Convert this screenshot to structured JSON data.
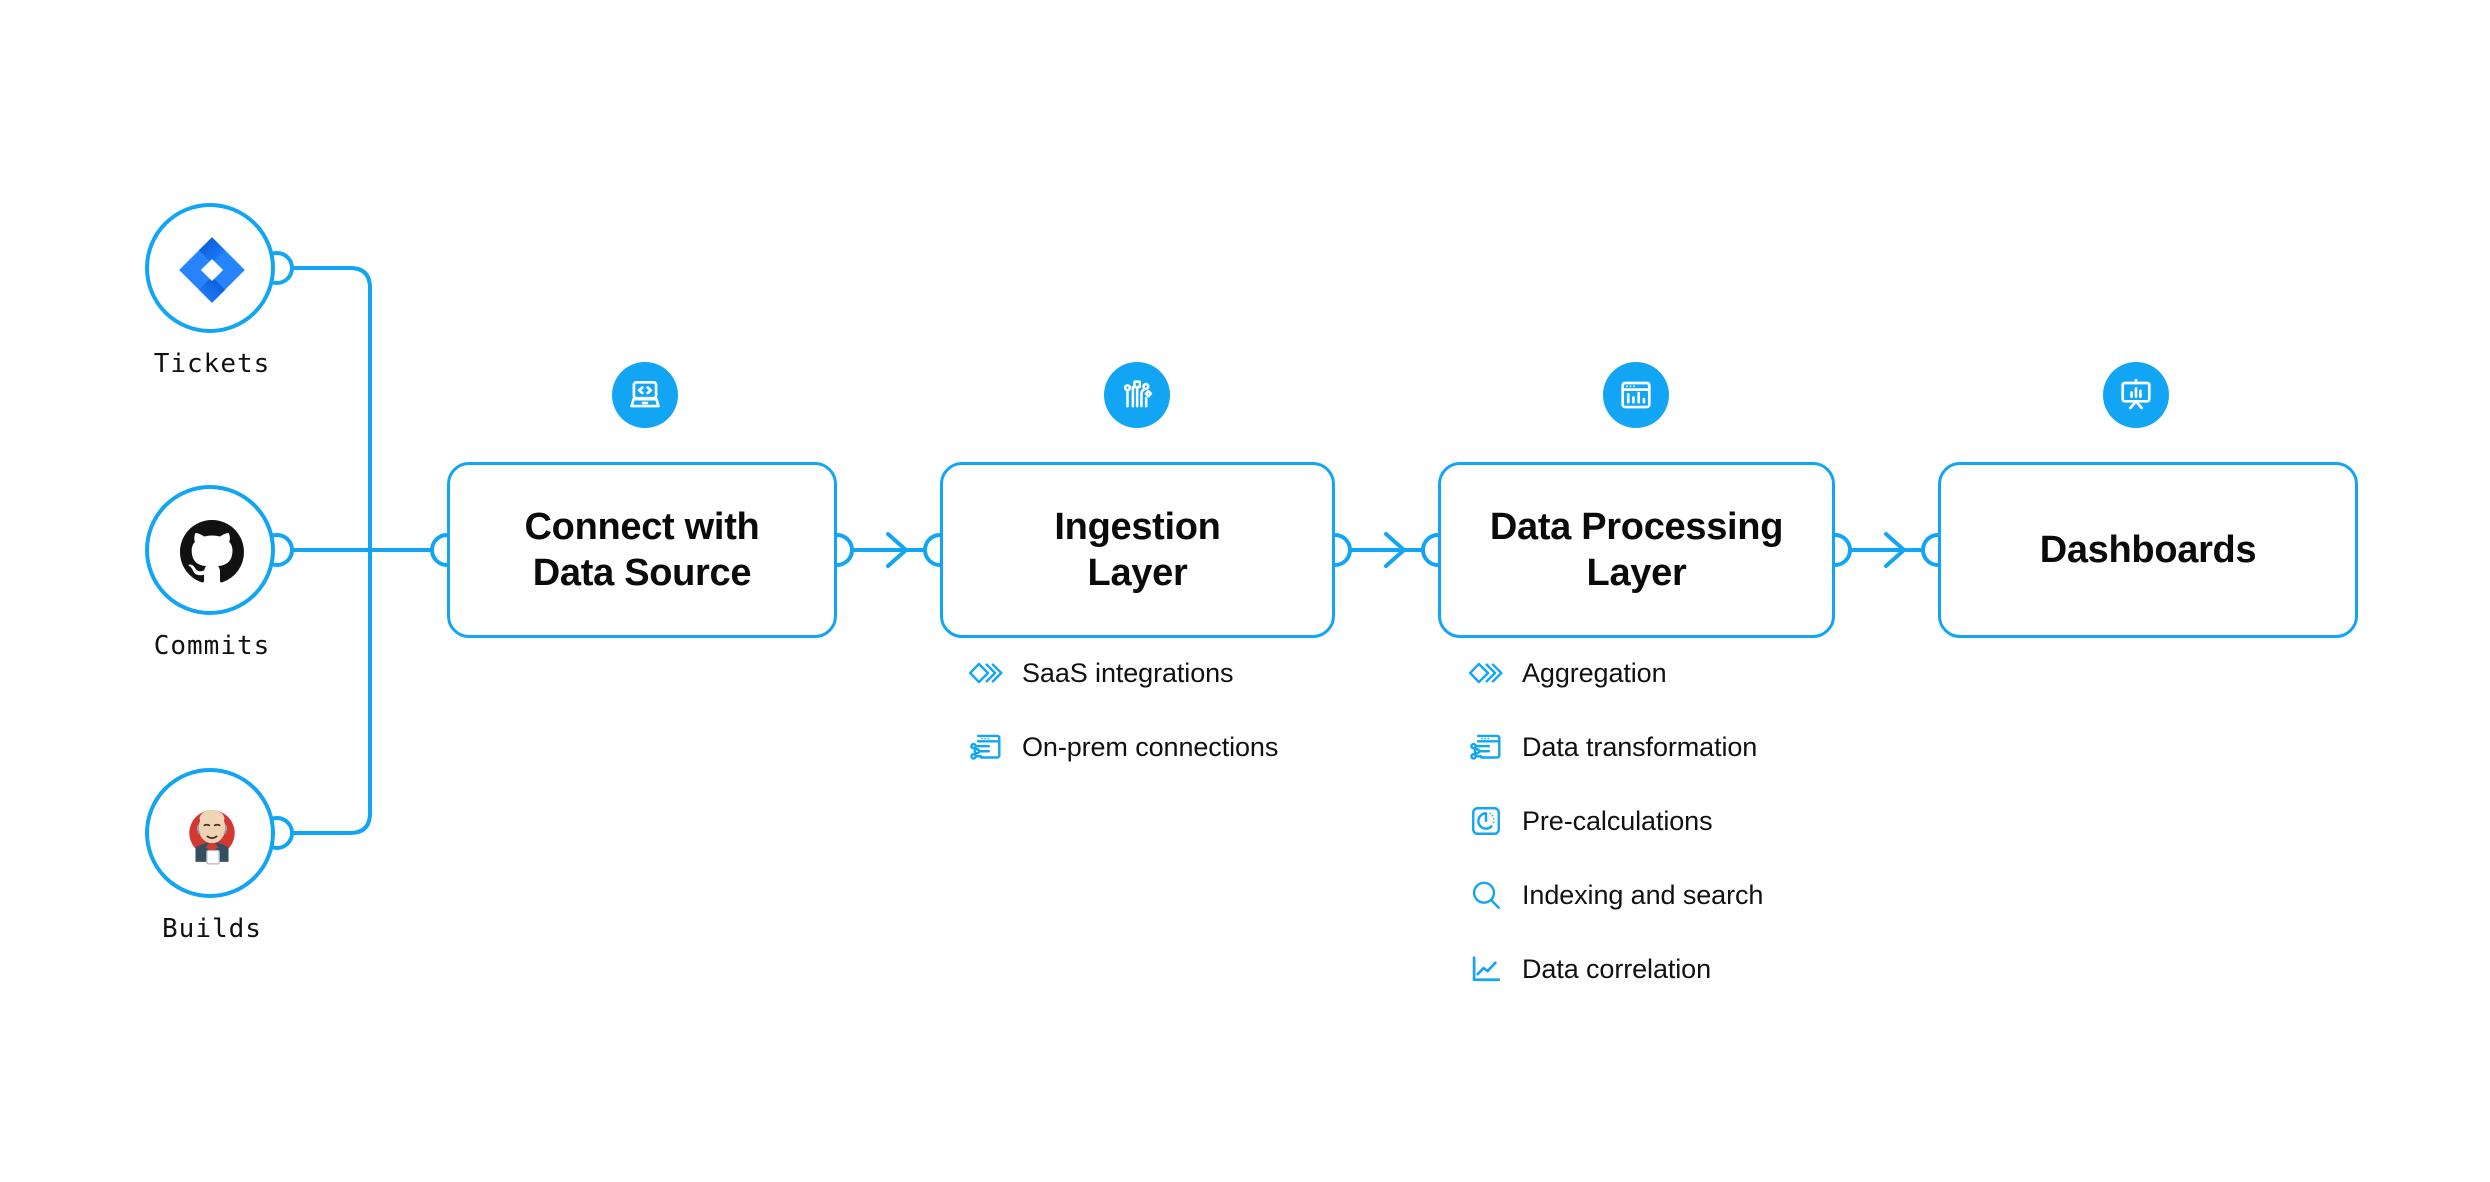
{
  "theme": {
    "accent": "#12A5F4",
    "text": "#111111",
    "background": "#FFFFFF",
    "jira_blue": "#2684FF",
    "github_black": "#111111",
    "jenkins_red": "#D33833"
  },
  "sources": [
    {
      "id": "tickets",
      "label": "Tickets",
      "logo": "jira-logo"
    },
    {
      "id": "commits",
      "label": "Commits",
      "logo": "github-logo"
    },
    {
      "id": "builds",
      "label": "Builds",
      "logo": "jenkins-logo"
    }
  ],
  "stages": [
    {
      "id": "connect-with-data-source",
      "title": "Connect with\nData Source",
      "title_line1": "Connect with",
      "title_line2": "Data Source",
      "badge_icon": "laptop-code-icon",
      "features": []
    },
    {
      "id": "ingestion-layer",
      "title": "Ingestion\nLayer",
      "title_line1": "Ingestion",
      "title_line2": "Layer",
      "badge_icon": "circuit-nodes-icon",
      "features": [
        {
          "label": "SaaS integrations",
          "icon": "stacked-diamonds-icon"
        },
        {
          "label": "On-prem connections",
          "icon": "server-window-icon"
        }
      ]
    },
    {
      "id": "data-processing-layer",
      "title": "Data Processing\nLayer",
      "title_line1": "Data Processing",
      "title_line2": "Layer",
      "badge_icon": "window-bar-chart-icon",
      "features": [
        {
          "label": "Aggregation",
          "icon": "stacked-diamonds-icon"
        },
        {
          "label": "Data transformation",
          "icon": "server-window-icon"
        },
        {
          "label": "Pre-calculations",
          "icon": "gauge-square-icon"
        },
        {
          "label": "Indexing and search",
          "icon": "magnifier-icon"
        },
        {
          "label": "Data correlation",
          "icon": "line-chart-icon"
        }
      ]
    },
    {
      "id": "dashboards",
      "title": "Dashboards",
      "title_line1": "Dashboards",
      "title_line2": "",
      "badge_icon": "presentation-chart-icon",
      "features": []
    }
  ],
  "connectors": {
    "arrow_icon": "chevron-right-arrow",
    "port_icon": "circle-port"
  }
}
